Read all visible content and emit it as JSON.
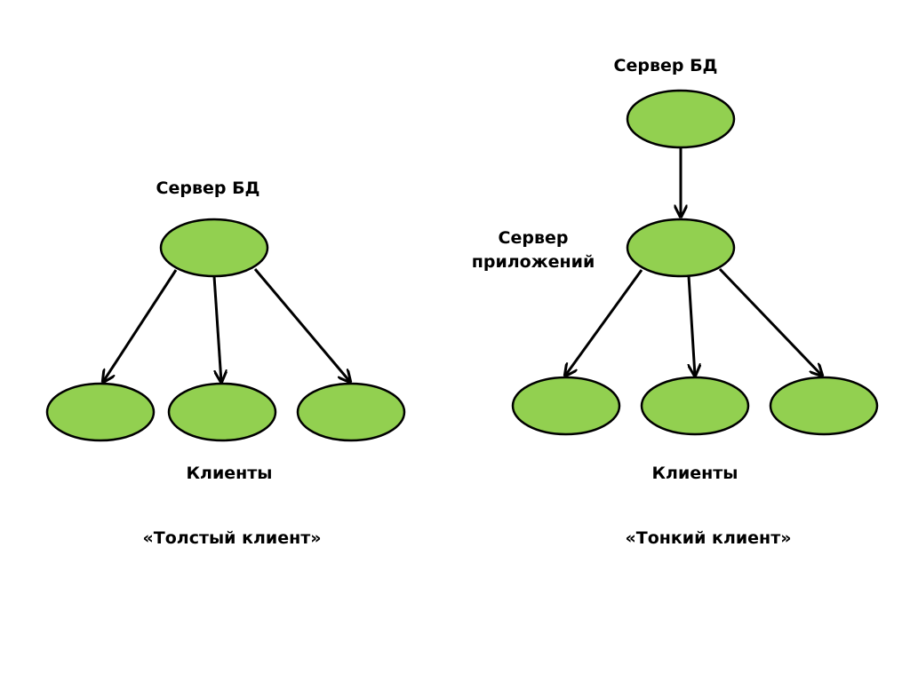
{
  "colors": {
    "node_fill": "#92d050",
    "stroke": "#000000",
    "background": "#ffffff"
  },
  "left": {
    "server_label": "Сервер БД",
    "clients_label": "Клиенты",
    "caption": "«Толстый клиент»"
  },
  "right": {
    "db_server_label": "Сервер БД",
    "app_server_label_line1": "Сервер",
    "app_server_label_line2": "приложений",
    "clients_label": "Клиенты",
    "caption": "«Тонкий клиент»"
  }
}
